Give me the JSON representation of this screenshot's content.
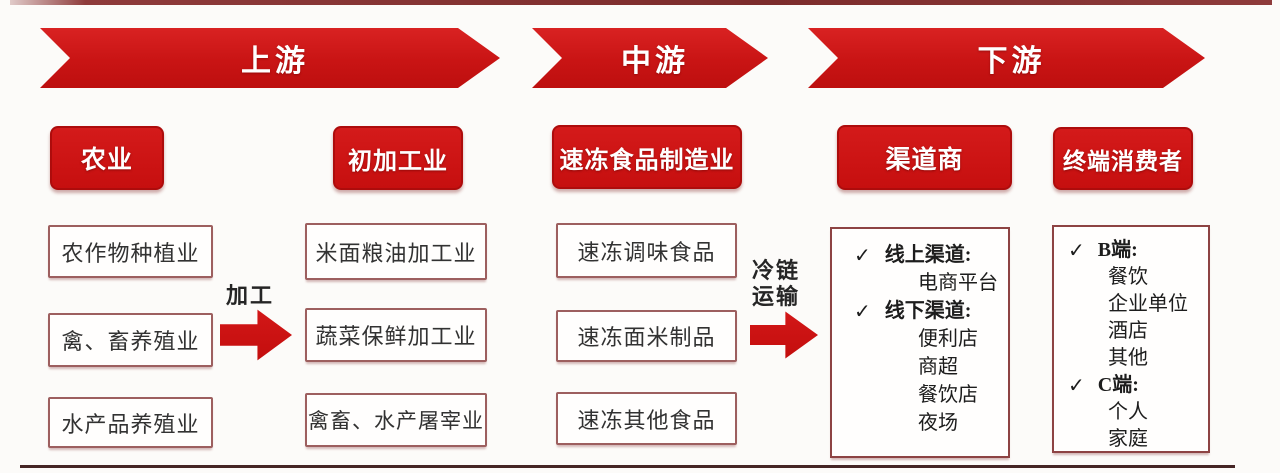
{
  "diagram": {
    "banners": [
      "上游",
      "中游",
      "下游"
    ],
    "stages": [
      {
        "title": "农业",
        "items": [
          "农作物种植业",
          "禽、畜养殖业",
          "水产品养殖业"
        ]
      },
      {
        "title": "初加工业",
        "items": [
          "米面粮油加工业",
          "蔬菜保鲜加工业",
          "禽畜、水产屠宰业"
        ]
      },
      {
        "title": "速冻食品制造业",
        "items": [
          "速冻调味食品",
          "速冻面米制品",
          "速冻其他食品"
        ]
      },
      {
        "title": "渠道商",
        "groups": [
          {
            "header": "线上渠道:",
            "items": [
              "电商平台"
            ]
          },
          {
            "header": "线下渠道:",
            "items": [
              "便利店",
              "商超",
              "餐饮店",
              "夜场"
            ]
          }
        ]
      },
      {
        "title": "终端消费者",
        "groups": [
          {
            "header": "B端:",
            "items": [
              "餐饮",
              "企业单位",
              "酒店",
              "其他"
            ]
          },
          {
            "header": "C端:",
            "items": [
              "个人",
              "家庭"
            ]
          }
        ]
      }
    ],
    "connectors": [
      {
        "label": "加工"
      },
      {
        "label": "冷链运输",
        "lines": [
          "冷链",
          "运输"
        ]
      }
    ],
    "checkmark": "✓",
    "colors": {
      "banner_red": "#ce1a1b",
      "box_red": "#cb1111",
      "item_border": "#9d5f5f",
      "panel_border": "#8d4343",
      "top_bar": "#8e3b3b",
      "bottom_line": "#452525",
      "text_dark": "#323232"
    }
  }
}
